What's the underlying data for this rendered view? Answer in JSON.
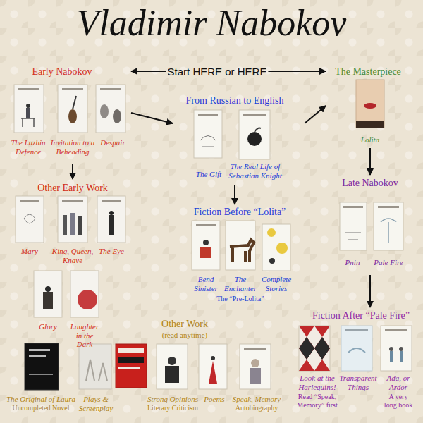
{
  "diagram": {
    "title": "Vladimir Nabokov",
    "nodes": [
      {
        "text": [
          "Start HERE or HERE"
        ]
      },
      {
        "text": [
          "Early Nabokov",
          "The Luzhin Defence",
          "Invitation to a Beheading",
          "Despair"
        ]
      },
      {
        "text": [
          "From Russian to English",
          "The Gift",
          "The Real Life of Sebastian Knight"
        ]
      },
      {
        "text": [
          "The Masterpiece",
          "Lolita"
        ]
      },
      {
        "text": [
          "Other Early Work",
          "Mary",
          "King, Queen, Knave",
          "The Eye",
          "Glory",
          "Laughter in the Dark"
        ]
      },
      {
        "text": [
          "Fiction Before “Lolita”",
          "Bend Sinister",
          "The Enchanter",
          "The “Pre-Lolita”",
          "Complete Stories"
        ]
      },
      {
        "text": [
          "Late Nabokov",
          "Pnin",
          "Pale Fire"
        ]
      },
      {
        "text": [
          "Other Work",
          "(read anytime)",
          "The Original of Laura",
          "Uncompleted Novel",
          "Plays & Screenplay",
          "Strong Opinions",
          "Literary Criticism",
          "Poems",
          "Speak, Memory",
          "Autobiography"
        ]
      },
      {
        "text": [
          "Fiction After “Pale Fire”",
          "Look at the Harlequins!",
          "Read “Speak, Memory” first",
          "Transparent Things",
          "Ada, or Ardor",
          "A very long book"
        ]
      }
    ],
    "edges": [
      {
        "from": 0,
        "to": 1,
        "arrow": "to"
      },
      {
        "from": 0,
        "to": 3,
        "arrow": "to"
      },
      {
        "from": 1,
        "to": 2,
        "arrow": "to"
      },
      {
        "from": 1,
        "to": 4,
        "arrow": "to"
      },
      {
        "from": 2,
        "to": 3,
        "arrow": "to"
      },
      {
        "from": 2,
        "to": 5,
        "arrow": "to"
      },
      {
        "from": 3,
        "to": 6,
        "arrow": "to"
      },
      {
        "from": 6,
        "to": 8,
        "arrow": "to"
      }
    ]
  }
}
